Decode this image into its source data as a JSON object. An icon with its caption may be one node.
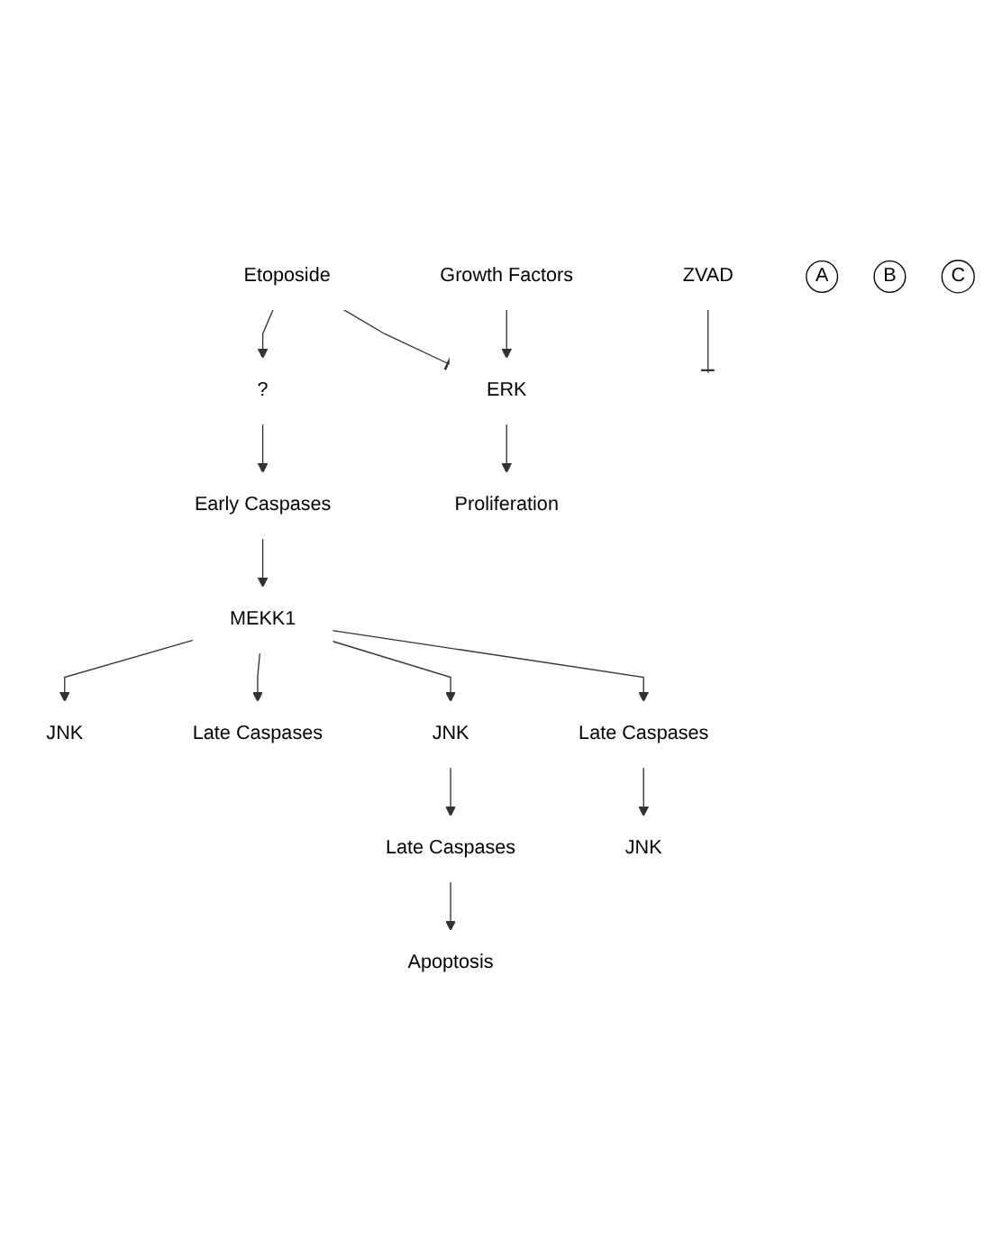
{
  "diagram": {
    "nodes": [
      {
        "text": [
          "Etoposide"
        ]
      },
      {
        "text": [
          "?"
        ]
      },
      {
        "text": [
          "Growth Factors"
        ]
      },
      {
        "text": [
          "ERK"
        ]
      },
      {
        "text": [
          "Early Caspases"
        ]
      },
      {
        "text": [
          "ZVAD"
        ]
      },
      {
        "text": [
          "MEKK1"
        ]
      },
      {
        "text": [
          "A"
        ]
      },
      {
        "text": [
          "B"
        ]
      },
      {
        "text": [
          "C"
        ]
      },
      {
        "text": [
          "JNK"
        ]
      },
      {
        "text": [
          "Late Caspases"
        ]
      },
      {
        "text": [
          "JNK"
        ]
      },
      {
        "text": [
          "Late Caspases"
        ]
      },
      {
        "text": [
          "Apoptosis"
        ]
      },
      {
        "text": [
          "Late Caspases"
        ]
      },
      {
        "text": [
          "JNK"
        ]
      },
      {
        "text": [
          "Proliferation"
        ]
      }
    ],
    "edges": [
      {
        "from": 0,
        "to": 1,
        "arrow": "to"
      },
      {
        "from": 1,
        "to": 4,
        "arrow": "to"
      },
      {
        "from": 0,
        "to": 3,
        "arrow": "other"
      },
      {
        "from": 2,
        "to": 3,
        "arrow": "to"
      },
      {
        "from": 3,
        "to": 17,
        "arrow": "to"
      },
      {
        "from": 4,
        "to": 6,
        "arrow": "to"
      },
      {
        "from": 5,
        "to": null,
        "arrow": "other"
      },
      {
        "from": 6,
        "to": 10,
        "arrow": "to"
      },
      {
        "from": 6,
        "to": 11,
        "arrow": "to"
      },
      {
        "from": 6,
        "to": 12,
        "arrow": "to"
      },
      {
        "from": 12,
        "to": 13,
        "arrow": "to"
      },
      {
        "from": 13,
        "to": 14,
        "arrow": "to"
      },
      {
        "from": 6,
        "to": 15,
        "arrow": "to"
      },
      {
        "from": 15,
        "to": 16,
        "arrow": "to"
      }
    ]
  }
}
